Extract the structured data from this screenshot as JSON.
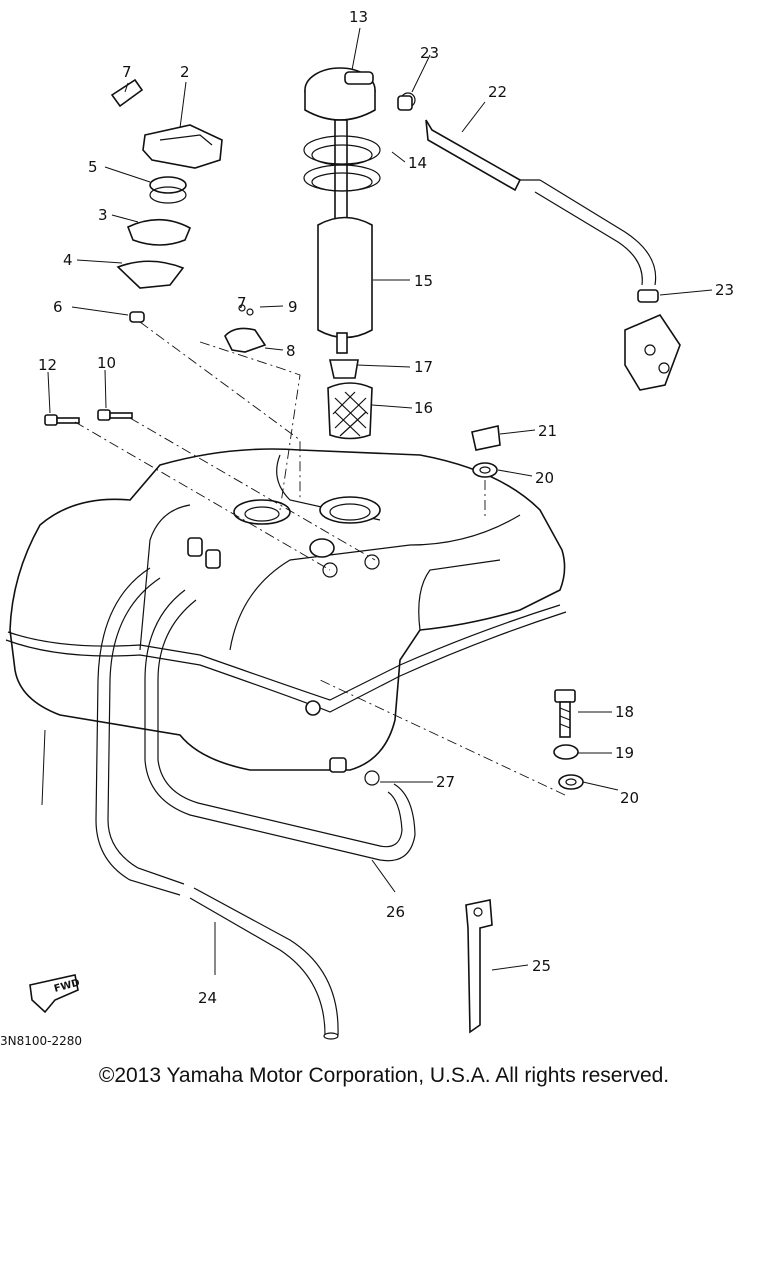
{
  "diagram": {
    "part_numbers": [
      "2",
      "3",
      "4",
      "5",
      "6",
      "7",
      "8",
      "9",
      "10",
      "12",
      "13",
      "14",
      "15",
      "16",
      "17",
      "18",
      "19",
      "20",
      "21",
      "22",
      "23",
      "24",
      "25",
      "26",
      "27"
    ],
    "drawing_code": "3N8100-2280",
    "fwd_label": "FWD"
  },
  "footer": {
    "copyright": "©2013 Yamaha Motor Corporation, U.S.A. All rights reserved."
  }
}
